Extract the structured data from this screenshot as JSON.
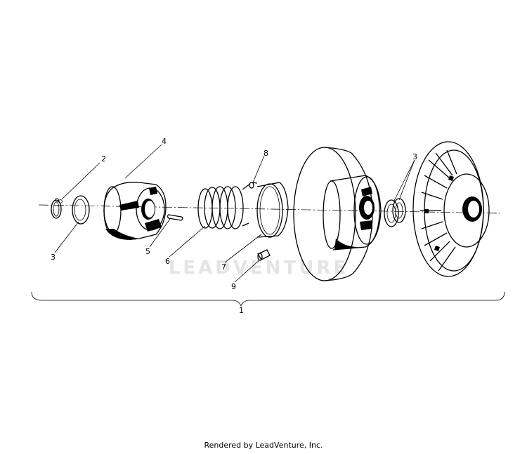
{
  "diagram": {
    "callouts": {
      "c1": "1",
      "c2": "2",
      "c3a": "3",
      "c3b": "3",
      "c4": "4",
      "c5": "5",
      "c6": "6",
      "c7": "7",
      "c8": "8",
      "c9": "9"
    },
    "watermark": "LEADVENTURE",
    "footer": "Rendered by LeadVenture, Inc."
  }
}
